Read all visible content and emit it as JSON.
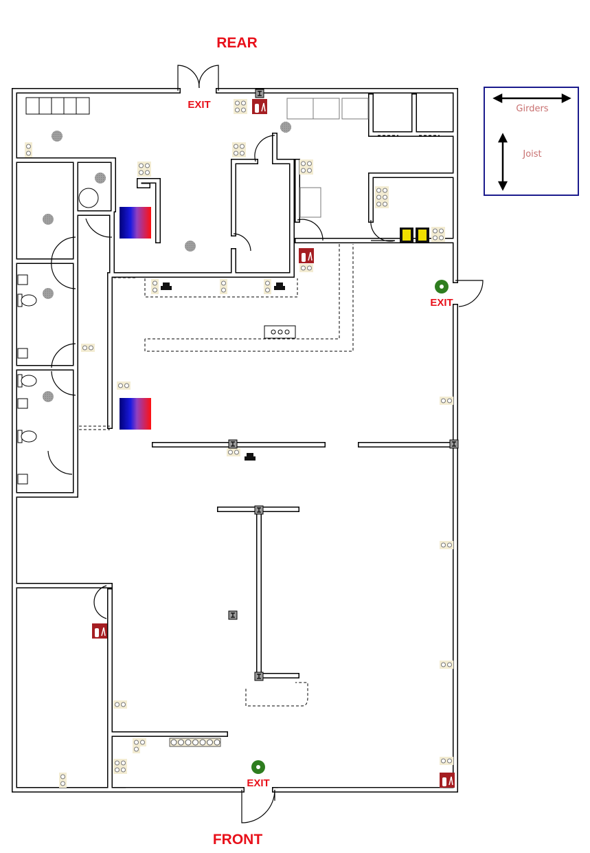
{
  "labels": {
    "rear": "REAR",
    "front": "FRONT",
    "exit_rear": "EXIT",
    "exit_side": "EXIT",
    "exit_front": "EXIT"
  },
  "legend": {
    "girders": "Girders",
    "joist": "Joist"
  },
  "colors": {
    "exit_text": "#e8101a",
    "wall": "#000000",
    "extinguisher": "#a51e22",
    "exit_marker": "#2e7d1f",
    "speaker": "#9a9a9a",
    "outlet_bg": "#f3ecd2",
    "legend_border": "#1a1a8c"
  }
}
